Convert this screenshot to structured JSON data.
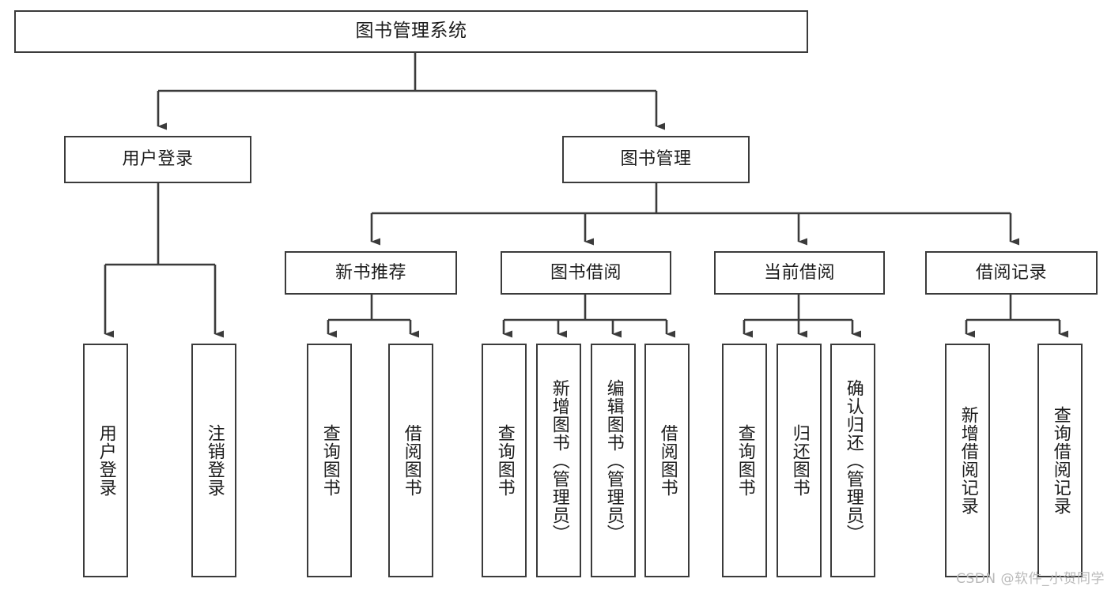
{
  "diagram": {
    "type": "tree-hierarchy",
    "title": "图书管理系统",
    "root": {
      "label": "图书管理系统"
    },
    "level2": [
      {
        "label": "用户登录"
      },
      {
        "label": "图书管理"
      }
    ],
    "level3": [
      {
        "label": "新书推荐"
      },
      {
        "label": "图书借阅"
      },
      {
        "label": "当前借阅"
      },
      {
        "label": "借阅记录"
      }
    ],
    "leaves": {
      "user_login": [
        {
          "label": "用户登录"
        },
        {
          "label": "注销登录"
        }
      ],
      "new_book_recommend": [
        {
          "label": "查询图书"
        },
        {
          "label": "借阅图书"
        }
      ],
      "book_borrow": [
        {
          "label": "查询图书"
        },
        {
          "label": "新增图书（管理员）"
        },
        {
          "label": "编辑图书（管理员）"
        },
        {
          "label": "借阅图书"
        }
      ],
      "current_borrow": [
        {
          "label": "查询图书"
        },
        {
          "label": "归还图书"
        },
        {
          "label": "确认归还（管理员）"
        }
      ],
      "borrow_record": [
        {
          "label": "新增借阅记录"
        },
        {
          "label": "查询借阅记录"
        }
      ]
    }
  },
  "watermark": {
    "text": "CSDN @软件_小贺同学"
  },
  "colors": {
    "stroke": "#3b3b3b",
    "background": "#ffffff",
    "text": "#1c1c1c",
    "watermark": "#b9b9b9"
  }
}
